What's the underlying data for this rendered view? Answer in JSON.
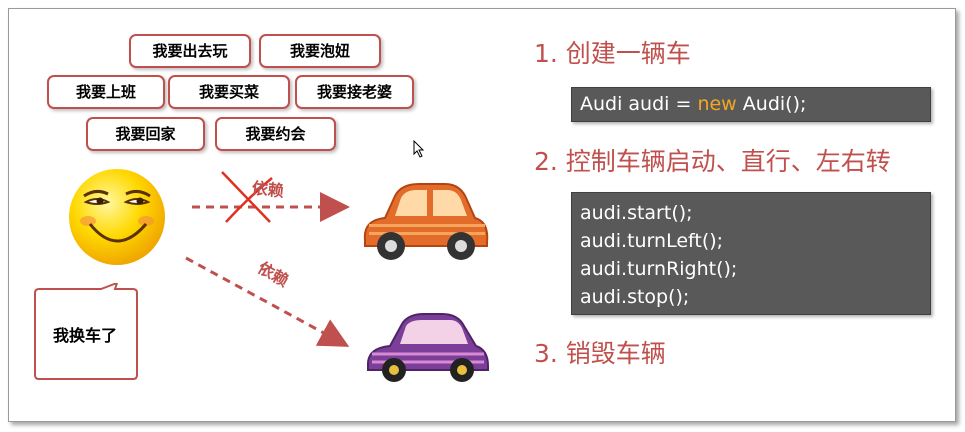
{
  "bubbles": [
    {
      "text": "我要出去玩"
    },
    {
      "text": "我要泡妞"
    },
    {
      "text": "我要上班"
    },
    {
      "text": "我要买菜"
    },
    {
      "text": "我要接老婆"
    },
    {
      "text": "我要回家"
    },
    {
      "text": "我要约会"
    }
  ],
  "speech_text": "我换车了",
  "dependency_label_crossed": "依赖",
  "dependency_label": "依赖",
  "steps": {
    "step1": "1. 创建一辆车",
    "step2": "2. 控制车辆启动、直行、左右转",
    "step3": "3. 销毁车辆"
  },
  "code1": {
    "part1": "Audi audi = ",
    "keyword": "new",
    "part2": " Audi();"
  },
  "code2": [
    "audi.start();",
    "audi.turnLeft();",
    "audi.turnRight();",
    "audi.stop();"
  ],
  "colors": {
    "accent": "#c0504d",
    "code_bg": "#595959",
    "keyword": "#f5a623",
    "car_orange": "#e46c2a",
    "car_purple": "#7b3f99"
  }
}
